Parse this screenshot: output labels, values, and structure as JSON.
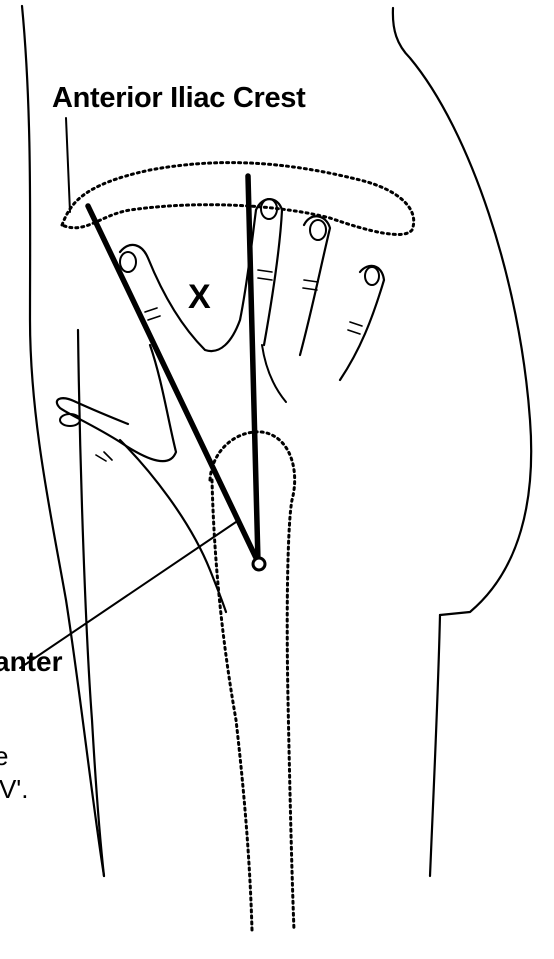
{
  "diagram": {
    "label_crest": "Anterior Iliac Crest",
    "label_x": "X",
    "label_trochanter_fragment": "anter",
    "caption_line1_fragment": "e",
    "caption_line2_fragment": "'V'.",
    "line_color": "#000000",
    "background_color": "#ffffff"
  }
}
